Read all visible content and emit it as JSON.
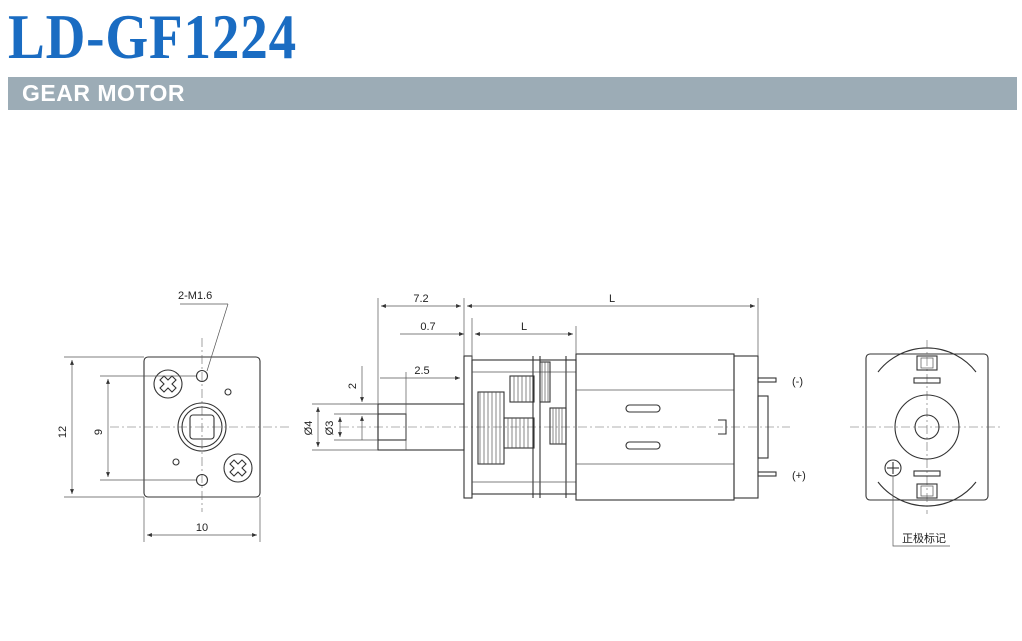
{
  "header": {
    "model": "LD-GF1224",
    "subtitle": "GEAR MOTOR"
  },
  "front_view": {
    "mount_label": "2-M1.6",
    "dim_height": "12",
    "dim_hole_pitch": "9",
    "dim_width": "10"
  },
  "side_view": {
    "dim_shaft_length": "7.2",
    "dim_total_length": "L",
    "dim_flat_offset": "0.7",
    "dim_gearbox_length": "L",
    "dim_flat_height": "2",
    "dim_flat_length": "2.5",
    "dim_shaft_dia": "Ø4",
    "dim_flat_dia": "Ø3",
    "terminal_negative": "(-)",
    "terminal_positive": "(+)"
  },
  "rear_view": {
    "polarity_note": "正极标记"
  }
}
